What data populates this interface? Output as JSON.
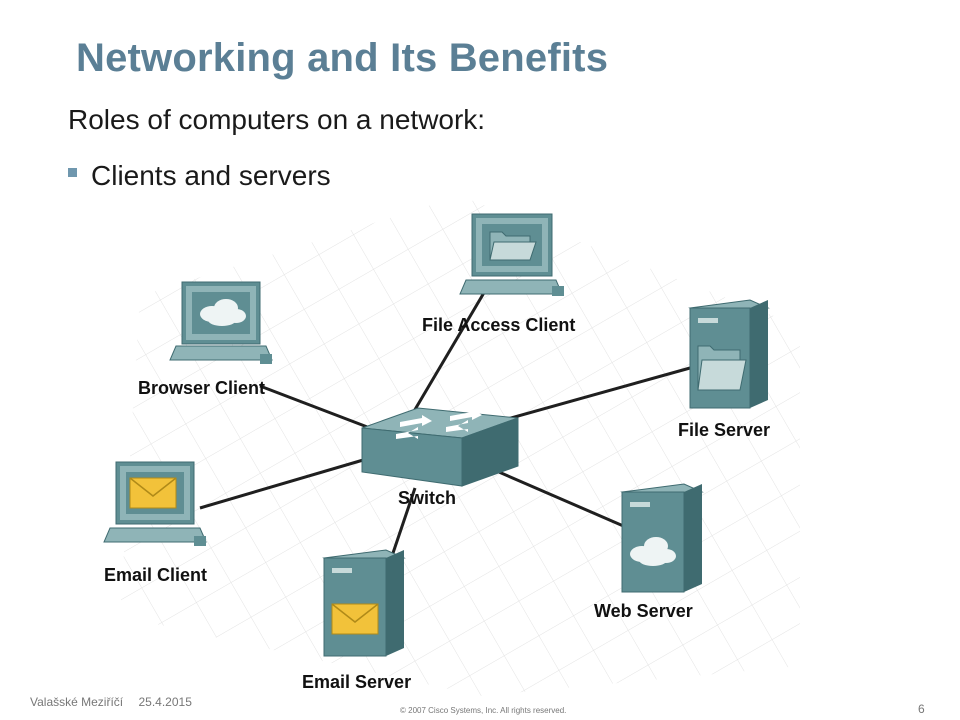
{
  "slide": {
    "title": "Networking and Its Benefits",
    "subtitle": "Roles of computers on a network:",
    "bullets": [
      "Clients and servers"
    ]
  },
  "diagram": {
    "nodes": {
      "switch": "Switch",
      "file_access_client": "File Access Client",
      "browser_client": "Browser Client",
      "file_server": "File Server",
      "email_client": "Email Client",
      "email_server": "Email Server",
      "web_server": "Web Server"
    },
    "colors": {
      "device": "#5f8e93",
      "device_light": "#8fb4b7",
      "device_dark": "#3f6b70",
      "envelope": "#f2c23a",
      "link": "#1f1f1f",
      "title": "#5b7f95"
    }
  },
  "footer": {
    "location": "Valašské Meziříčí",
    "date": "25.4.2015",
    "copyright": "© 2007 Cisco Systems, Inc. All rights reserved.",
    "page": "6"
  }
}
